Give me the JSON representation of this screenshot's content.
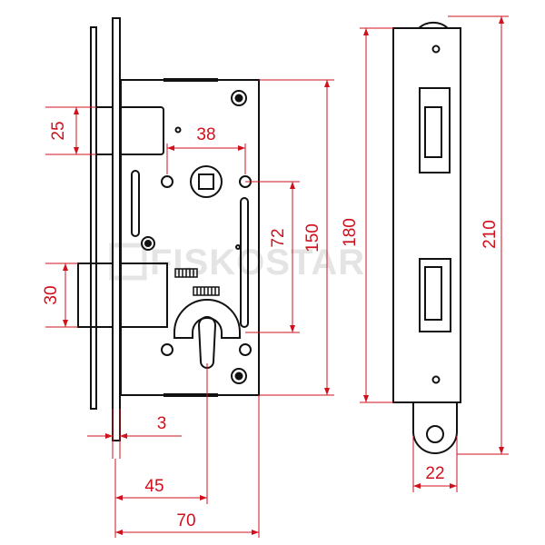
{
  "watermark": "FISKOSTAR",
  "colors": {
    "dimension": "#d0101c",
    "outline": "#111111",
    "watermark": "#cfcfcf"
  },
  "dimensions": {
    "backset_top": "25",
    "spindle_spacing": "38",
    "center_distance": "72",
    "body_height": "150",
    "faceplate_height": "180",
    "strike_height": "210",
    "bolt_height": "30",
    "faceplate_thickness": "3",
    "backset": "45",
    "body_depth": "70",
    "strike_width": "22"
  }
}
